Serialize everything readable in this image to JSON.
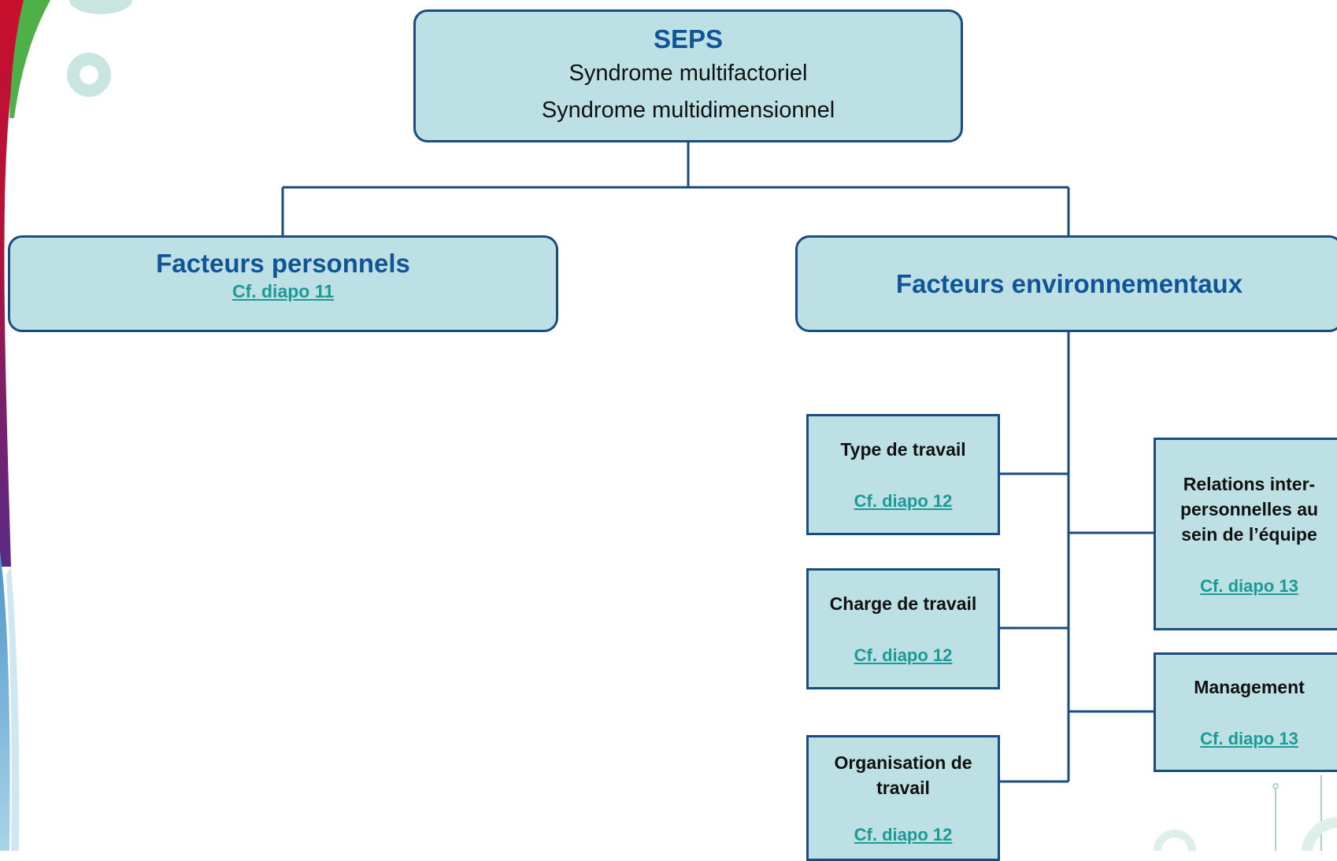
{
  "root": {
    "title": "SEPS",
    "line1": "Syndrome multifactoriel",
    "line2": "Syndrome multidimensionnel"
  },
  "personal": {
    "title": "Facteurs personnels",
    "link": "Cf. diapo 11"
  },
  "environmental": {
    "title": "Facteurs environnementaux",
    "items": [
      {
        "title": "Type de travail",
        "link": "Cf. diapo 12"
      },
      {
        "title": "Charge de travail",
        "link": "Cf. diapo 12"
      },
      {
        "title": "Organisation de travail",
        "link": "Cf. diapo 12"
      },
      {
        "title": "Relations inter-personnelles au sein de l’équipe",
        "link": "Cf. diapo 13"
      },
      {
        "title": "Management",
        "link": "Cf. diapo 13"
      }
    ]
  },
  "colors": {
    "box_fill": "#bde0e4",
    "box_border": "#1a4c82",
    "title_blue": "#0f5597",
    "link_teal": "#1c9a95"
  }
}
